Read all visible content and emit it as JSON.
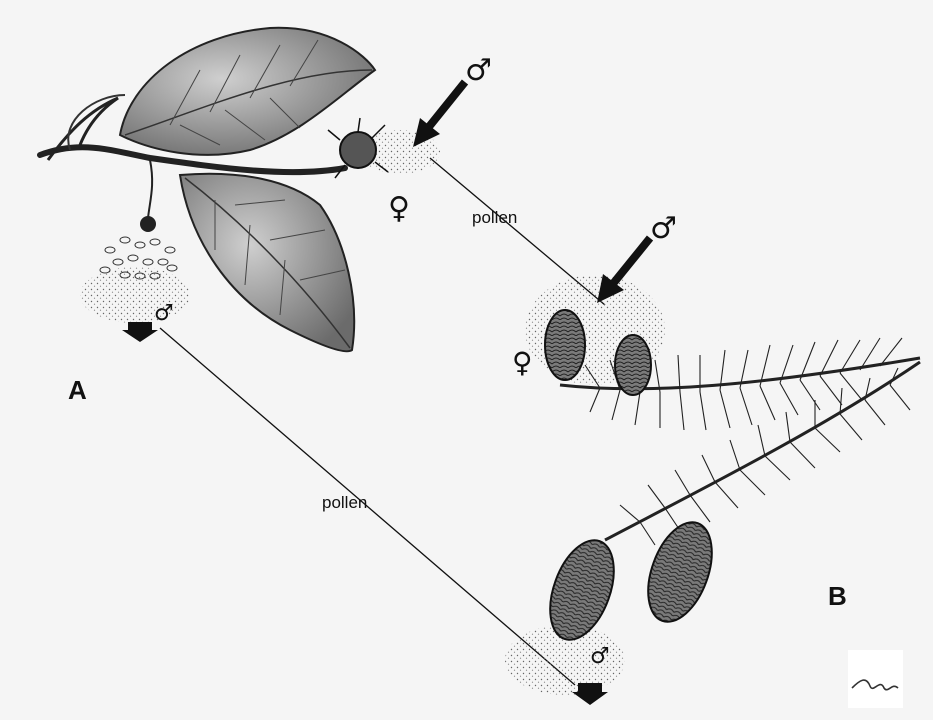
{
  "labels": {
    "panel_a": "A",
    "panel_b": "B",
    "pollen_upper": "pollen",
    "pollen_lower": "pollen",
    "male_symbol": "♂",
    "female_symbol": "♀"
  },
  "colors": {
    "background": "#f5f5f5",
    "ink": "#111111",
    "leaf": "#9a9a9a",
    "cone": "#6a6a6a"
  }
}
